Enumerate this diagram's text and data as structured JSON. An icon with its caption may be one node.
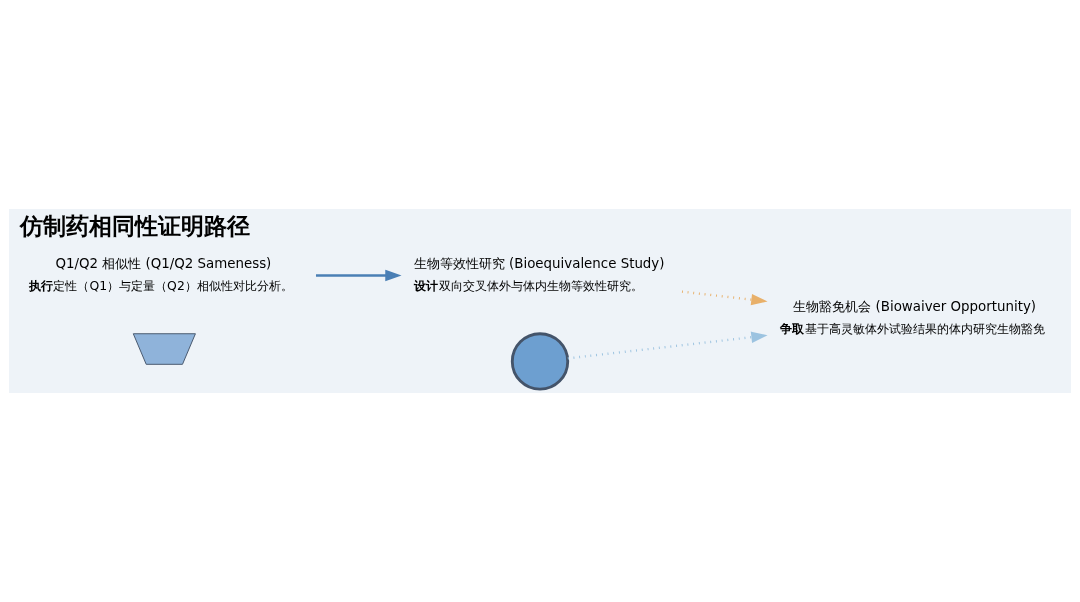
{
  "diagram": {
    "title": "仿制药相同性证明路径",
    "nodes": [
      {
        "text": [],
        "shape": "scale"
      },
      {
        "text": [
          "Q1/Q2 相似性 (Q1/Q2 Sameness)",
          "**执行** 定性（Q1）与定量（Q2）相似性对比分析。"
        ]
      },
      {
        "text": [],
        "shape": "person"
      },
      {
        "text": [
          "生物等效性研究 (Bioequivalence Study)",
          "**设计** 双向交叉体外与体内生物等效性研究。"
        ]
      },
      {
        "text": [
          "生物豁免机会 (Biowaiver Opportunity)",
          "**争取** 基于高灵敏体外试验结果的体内研究生物豁免"
        ]
      }
    ],
    "edges": [
      {
        "from": 1,
        "to": 3,
        "arrow": "to",
        "color": "#4a7fb5"
      },
      {
        "from": 3,
        "to": 4,
        "arrow": "to",
        "style": "dashed",
        "color": "#e8b06a"
      },
      {
        "from": 2,
        "to": 4,
        "arrow": "to",
        "style": "dashed",
        "color": "#9cc3e0"
      }
    ]
  }
}
